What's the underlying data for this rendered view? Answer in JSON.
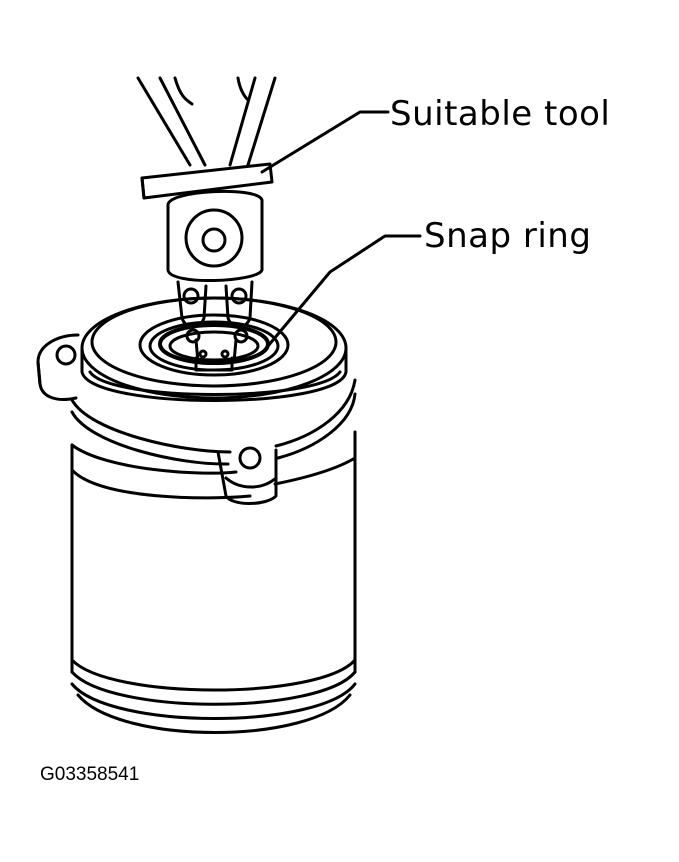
{
  "callouts": {
    "tool": "Suitable tool",
    "snap_ring": "Snap ring"
  },
  "figure_id": "G03358541",
  "colors": {
    "ink": "#000000",
    "paper": "#ffffff"
  }
}
